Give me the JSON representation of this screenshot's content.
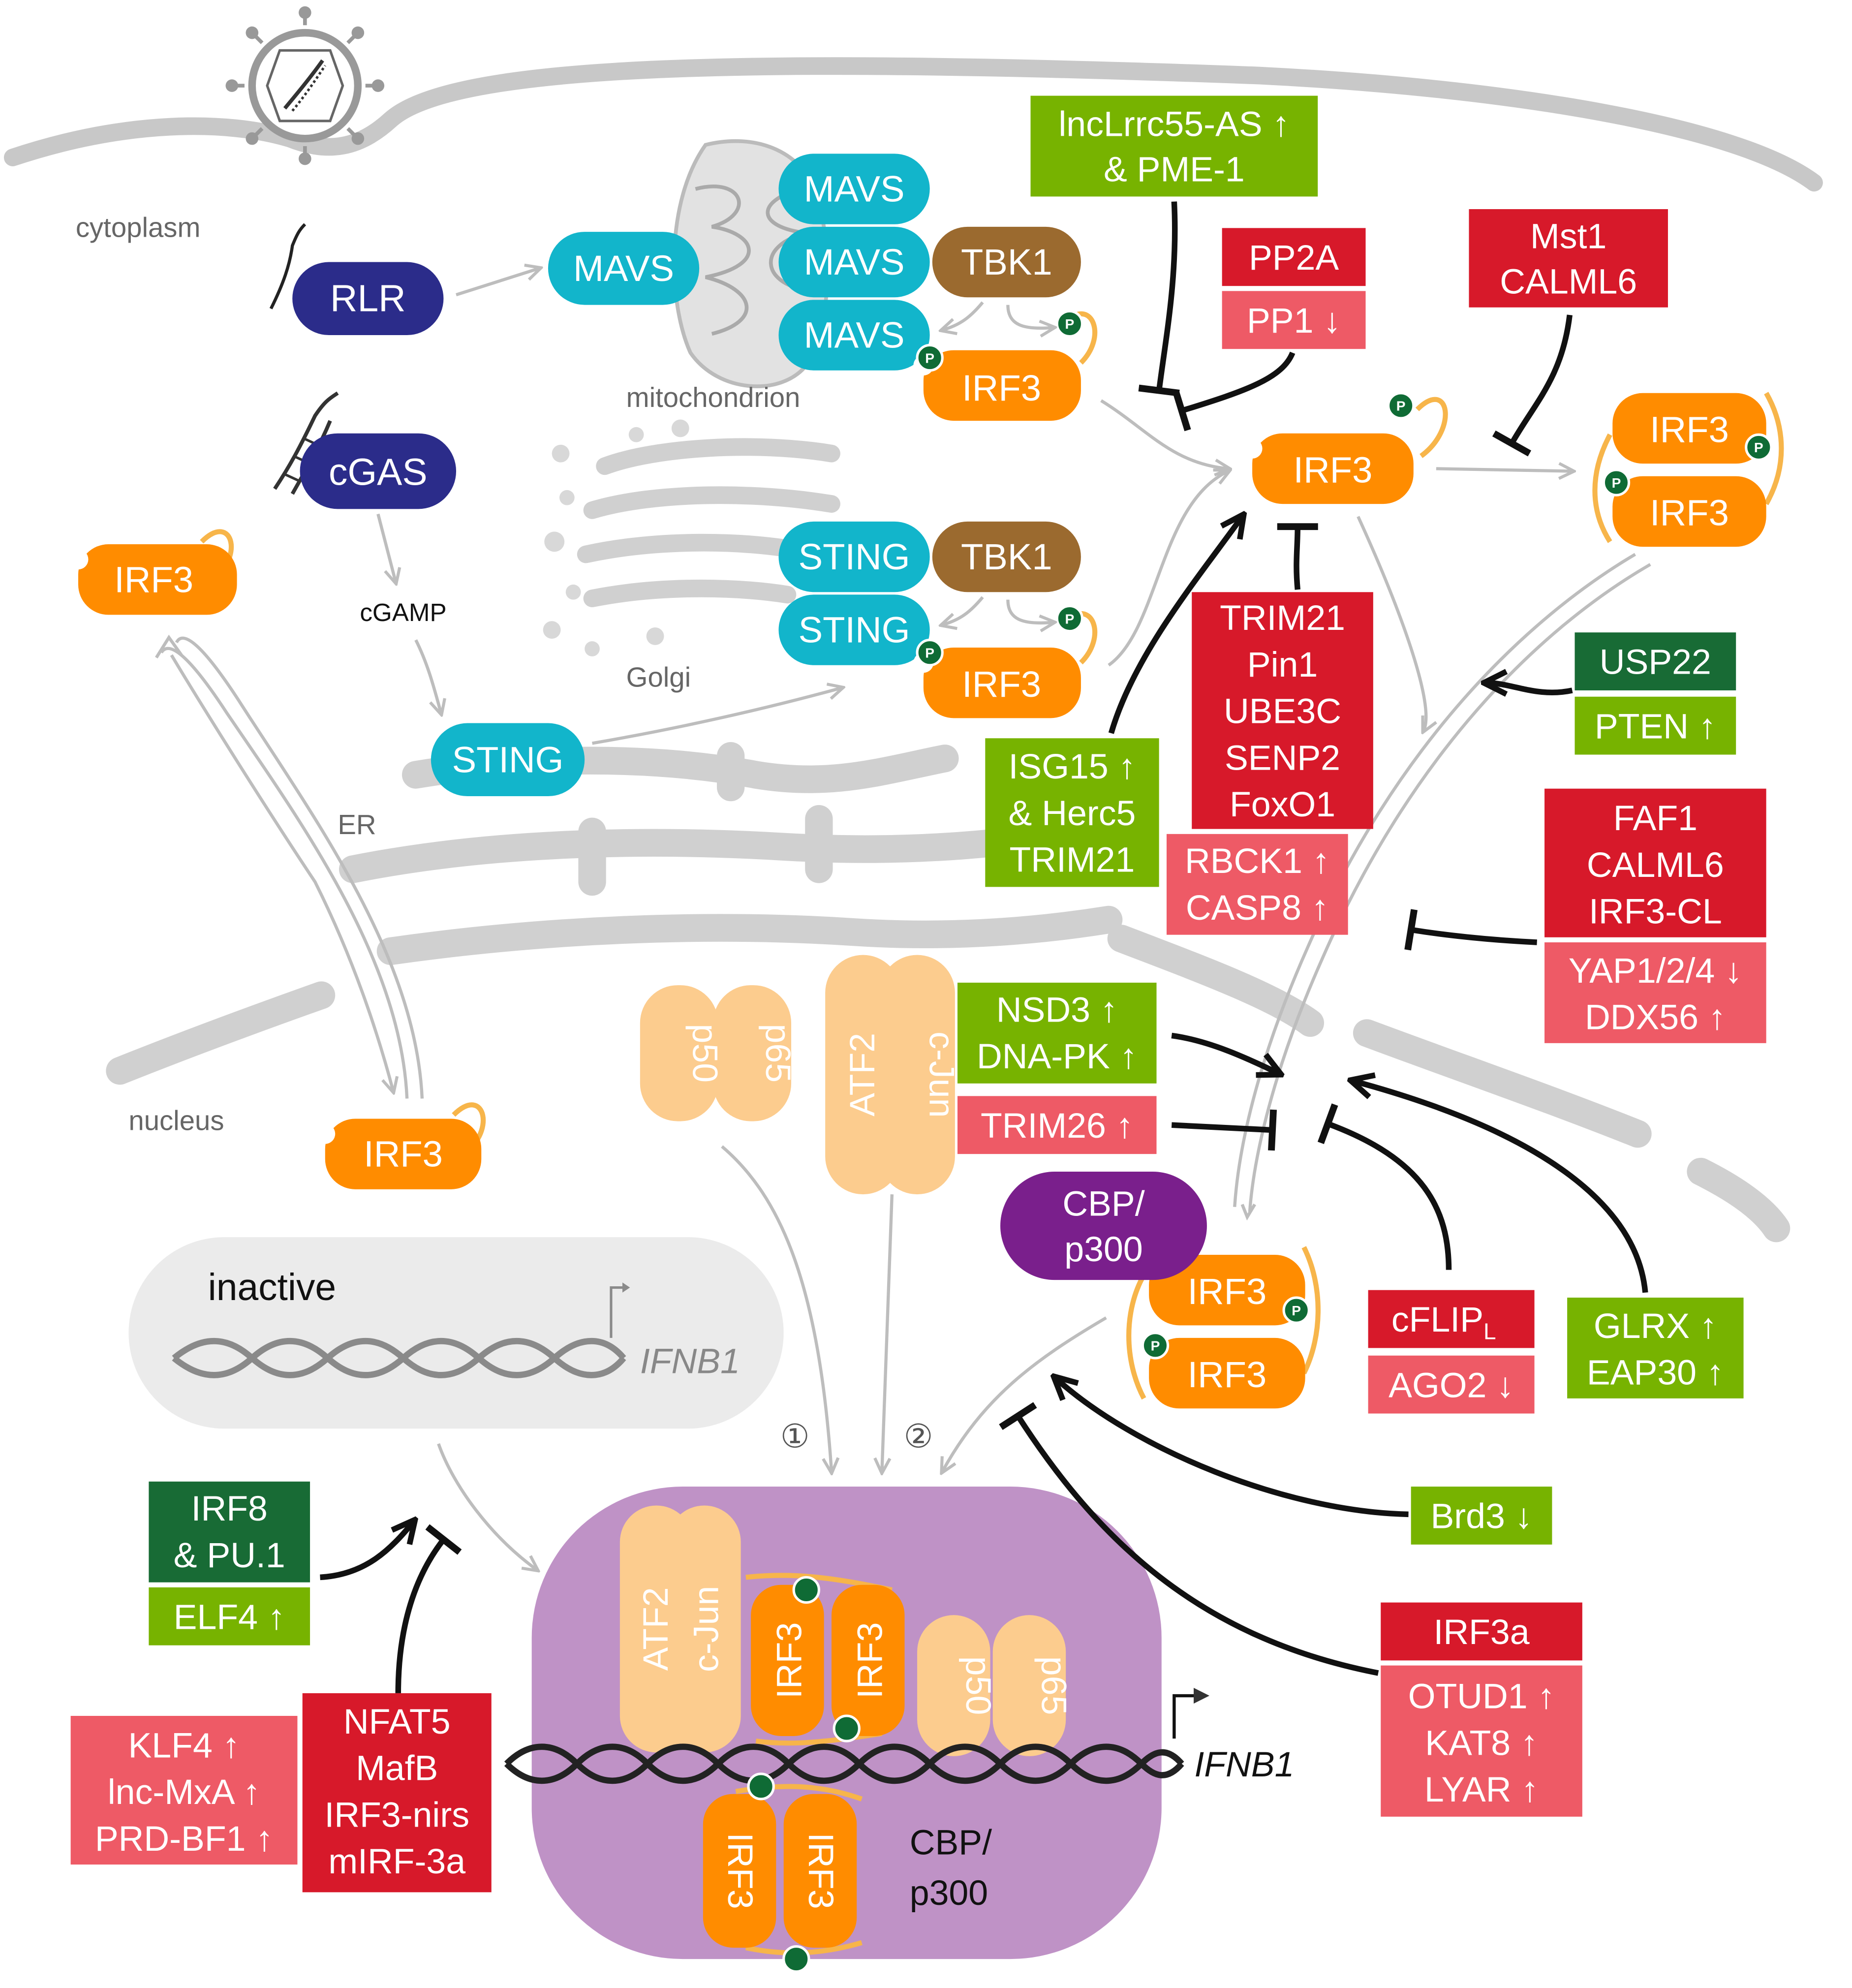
{
  "compartments": {
    "cytoplasm": "cytoplasm",
    "mitochondrion": "mitochondrion",
    "golgi": "Golgi",
    "er": "ER",
    "nucleus": "nucleus"
  },
  "sensors": {
    "rlr": "RLR",
    "cgas": "cGAS",
    "cgamp": "cGAMP"
  },
  "adaptors": {
    "mavs": "MAVS",
    "sting": "STING",
    "tbk1": "TBK1"
  },
  "factors": {
    "irf3": "IRF3",
    "p50": "p50",
    "p65": "p65",
    "atf2": "ATF2",
    "cjun": "c-Jun",
    "cbp_line1": "CBP/",
    "cbp_line2": "p300",
    "phospho": "P"
  },
  "gene": {
    "name": "IFNB1",
    "inactive_label": "inactive"
  },
  "steps": {
    "one": "①",
    "two": "②"
  },
  "regulators": {
    "lncLrrc55": [
      "lncLrrc55-AS ↑",
      "& PME-1"
    ],
    "pp2a": "PP2A",
    "pp1": "PP1 ↓",
    "mst1": [
      "Mst1",
      "CALML6"
    ],
    "trim21_group": [
      "TRIM21",
      "Pin1",
      "UBE3C",
      "SENP2",
      "FoxO1"
    ],
    "rbck1_group": [
      "RBCK1 ↑",
      "CASP8 ↑"
    ],
    "isg15_group": [
      "ISG15 ↑",
      "& Herc5",
      "TRIM21"
    ],
    "usp22": "USP22",
    "pten": "PTEN ↑",
    "faf1_group": [
      "FAF1",
      "CALML6",
      "IRF3-CL"
    ],
    "yap_group": [
      "YAP1/2/4 ↓",
      "DDX56 ↑"
    ],
    "nsd3_group": [
      "NSD3 ↑",
      "DNA-PK ↑"
    ],
    "trim26": "TRIM26 ↑",
    "cflip": "cFLIP",
    "cflip_sub": "L",
    "ago2": "AGO2 ↓",
    "glrx_group": [
      "GLRX ↑",
      "EAP30 ↑"
    ],
    "brd3": "Brd3 ↓",
    "irf3a": "IRF3a",
    "otud1_group": [
      "OTUD1 ↑",
      "KAT8 ↑",
      "LYAR ↑"
    ],
    "irf8_group": [
      "IRF8",
      "& PU.1"
    ],
    "elf4": "ELF4 ↑",
    "klf4_group": [
      "KLF4 ↑",
      "lnc-MxA ↑",
      "PRD-BF1 ↑"
    ],
    "nfat5_group": [
      "NFAT5",
      "MafB",
      "IRF3-nirs",
      "mIRF-3a"
    ]
  },
  "colors": {
    "dark_red": "#d7192a",
    "light_red": "#ee5a66",
    "green": "#77b300",
    "dark_green": "#186b35",
    "orange": "#ff8c00",
    "light_orange": "#fccc8e",
    "cyan": "#12b5cb",
    "navy": "#2b2c8a",
    "brown": "#9b6a2f",
    "purple": "#7a1f8c",
    "lilac": "#bf92c6",
    "grey": "#c8c8c8",
    "phospho": "#0f6b35"
  }
}
